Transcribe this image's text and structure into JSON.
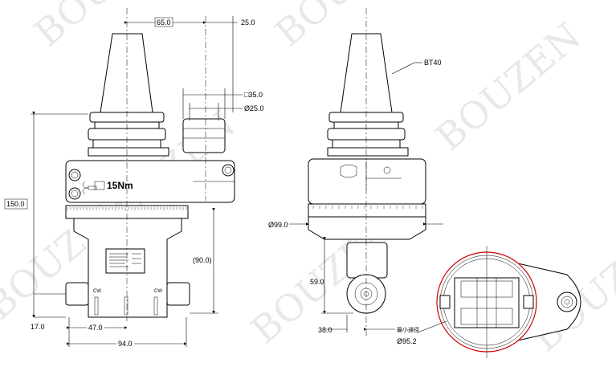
{
  "watermark": {
    "text": "BOUZEN"
  },
  "front_view": {
    "dims": {
      "top_offset": "65.0",
      "top_right": "25.0",
      "square": "□35.0",
      "bore": "Ø25.0",
      "height": "150.0",
      "lower_height": "(90.0)",
      "bottom_left": "17.0",
      "mid_width": "47.0",
      "total_width": "94.0"
    },
    "torque_label": "15Nm",
    "nameplate_marks": [
      "CW",
      "CW"
    ]
  },
  "side_view": {
    "callout": "BT40",
    "dims": {
      "diameter": "Ø99.0",
      "lower_height": "59.0",
      "bottom_width": "38.0"
    },
    "note_cn": "最小通径",
    "note_value": "Ø95.2"
  }
}
